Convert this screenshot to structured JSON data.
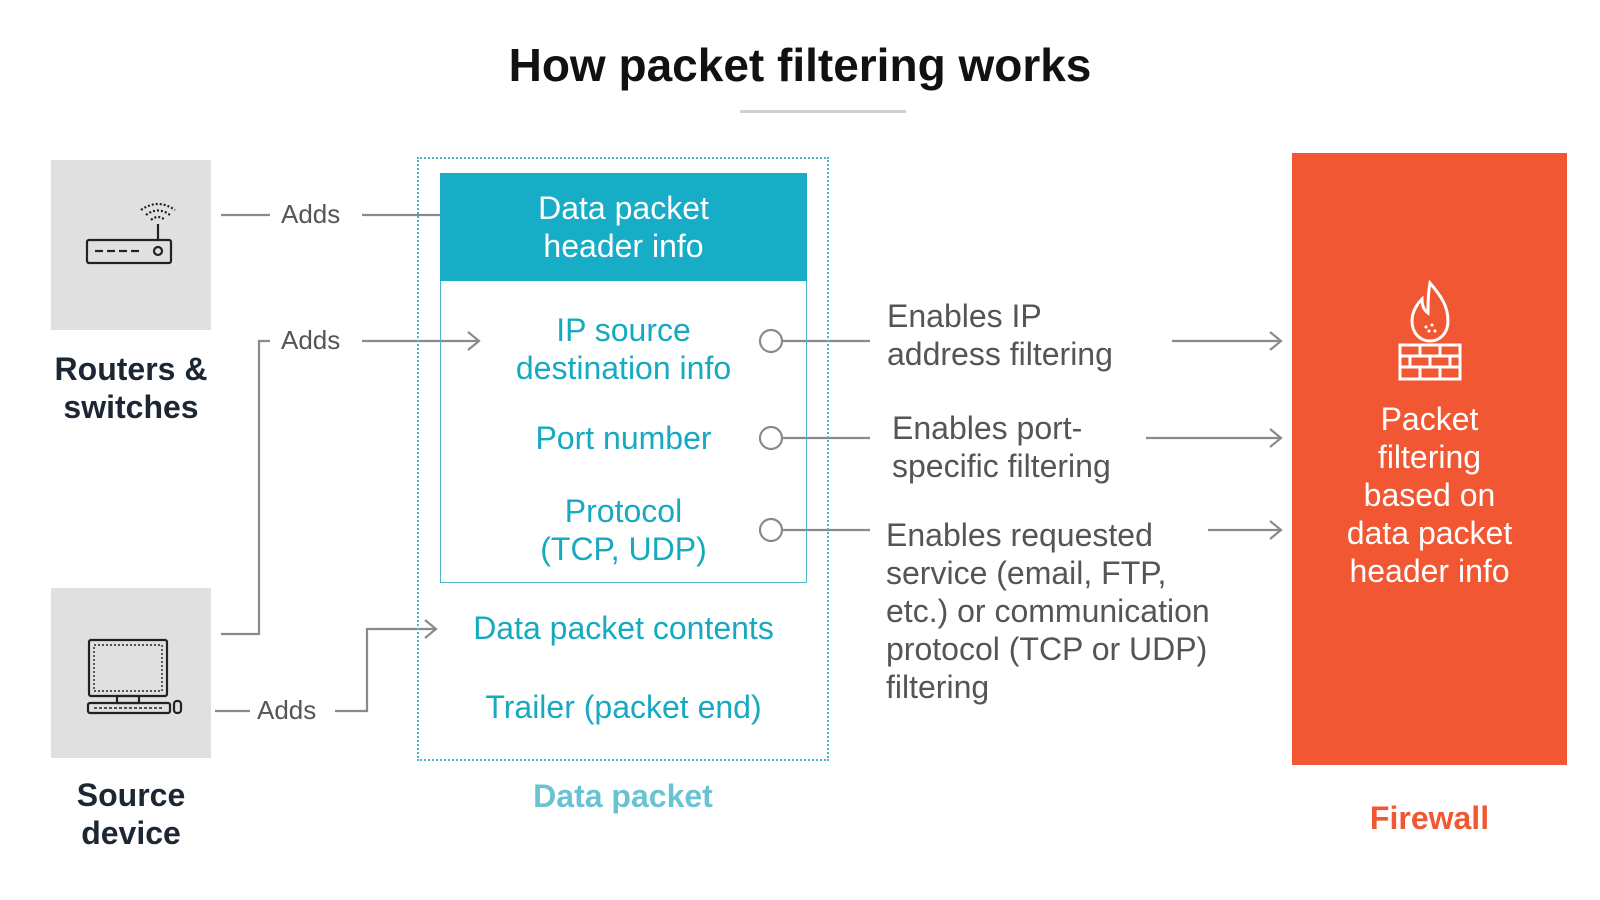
{
  "title": "How packet filtering works",
  "devices": {
    "router": {
      "label_line1": "Routers &",
      "label_line2": "switches",
      "icon": "router-icon"
    },
    "source": {
      "label_line1": "Source",
      "label_line2": "device",
      "icon": "computer-icon"
    }
  },
  "adds_labels": [
    "Adds",
    "Adds",
    "Adds"
  ],
  "packet": {
    "header_line1": "Data packet",
    "header_line2": "header info",
    "fields": {
      "ip_line1": "IP source",
      "ip_line2": "destination info",
      "port": "Port number",
      "protocol_line1": "Protocol",
      "protocol_line2": "(TCP, UDP)"
    },
    "contents": "Data packet contents",
    "trailer": "Trailer (packet end)",
    "caption": "Data packet"
  },
  "filters": {
    "ip": [
      "Enables IP",
      "address filtering"
    ],
    "port": [
      "Enables port-",
      "specific filtering"
    ],
    "service": [
      "Enables requested",
      "service (email, FTP,",
      "etc.) or communication",
      "protocol (TCP or UDP)",
      "filtering"
    ]
  },
  "firewall": {
    "lines": [
      "Packet",
      "filtering",
      "based on",
      "data packet",
      "header info"
    ],
    "caption": "Firewall",
    "icon": "firewall-flame-icon"
  },
  "colors": {
    "cyan": "#17adc6",
    "firewall": "#f05732",
    "device_bg": "#e0e0e0"
  }
}
